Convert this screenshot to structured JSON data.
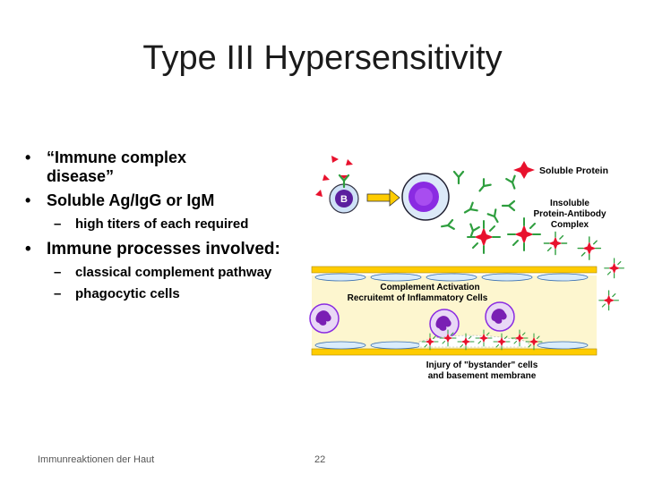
{
  "slide": {
    "title": "Type III Hypersensitivity",
    "bullets": [
      {
        "text": "“Immune complex disease”",
        "level": 1
      },
      {
        "text": "Soluble Ag/IgG or IgM",
        "level": 1
      },
      {
        "text": "high titers of each required",
        "level": 2
      },
      {
        "text": "Immune processes involved:",
        "level": 1
      },
      {
        "text": "classical complement pathway",
        "level": 2
      },
      {
        "text": "phagocytic cells",
        "level": 2
      }
    ]
  },
  "diagram": {
    "legend_soluble_protein": "Soluble Protein",
    "legend_complex_line1": "Insoluble",
    "legend_complex_line2": "Protein-Antibody",
    "legend_complex_line3": "Complex",
    "b_cell_label": "B",
    "complement_line1": "Complement Activation",
    "complement_line2": "Recruitemt of Inflammatory Cells",
    "injury_line1": "Injury of \"bystander\" cells",
    "injury_line2": "and basement membrane",
    "colors": {
      "antigen_red": "#e8112d",
      "antibody_green": "#2e9e3e",
      "vessel_yellow": "#ffcc00",
      "vessel_fill": "#fdf6cf",
      "cell_purple": "#8a2be2",
      "nucleus": "#7a1fb4"
    }
  },
  "footer": {
    "left": "Immunreaktionen der Haut",
    "page": "22"
  }
}
